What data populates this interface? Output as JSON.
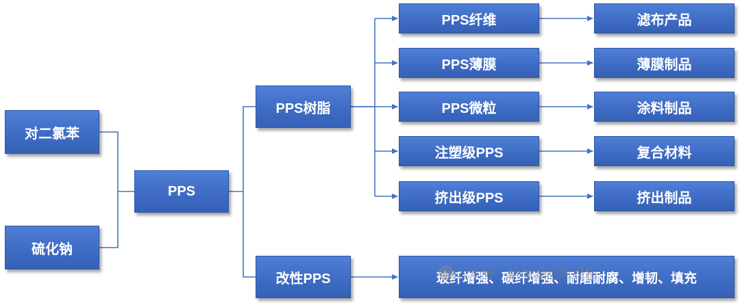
{
  "raw_materials": {
    "p_dichlorobenzene": "对二氯苯",
    "sodium_sulfide": "硫化钠"
  },
  "core": {
    "pps": "PPS"
  },
  "branches": {
    "resin": "PPS树脂",
    "modified": "改性PPS"
  },
  "forms": [
    {
      "form": "PPS纤维",
      "product": "滤布产品"
    },
    {
      "form": "PPS薄膜",
      "product": "薄膜制品"
    },
    {
      "form": "PPS微粒",
      "product": "涂料制品"
    },
    {
      "form": "注塑级PPS",
      "product": "复合材料"
    },
    {
      "form": "挤出级PPS",
      "product": "挤出制品"
    }
  ],
  "modified_product": "玻纤增强、碳纤增强、耐磨耐腐、增韧、填充",
  "watermark": "公众号 · 新能源创新材料",
  "colors": {
    "node_fill": "#3f6cc4",
    "connector": "#4472c4",
    "text": "#ffffff"
  }
}
